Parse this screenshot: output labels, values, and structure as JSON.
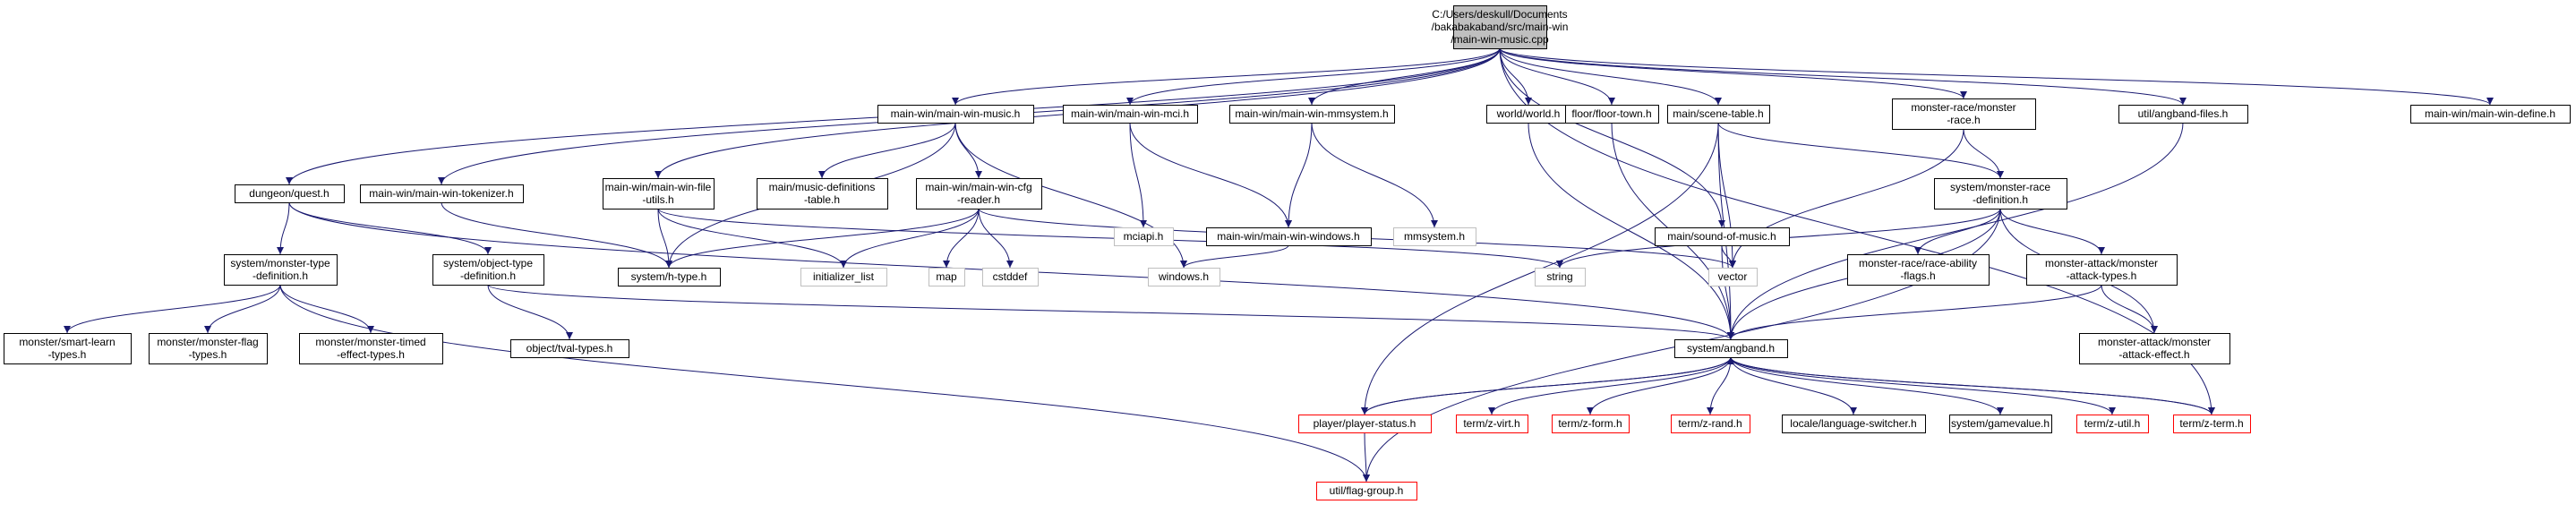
{
  "colors": {
    "root_fill": "#bfbfbf",
    "node_border": "#000000",
    "missing_border": "#bfbfbf",
    "truncated_border": "#ff0000",
    "edge": "#191970",
    "missing_text": "#404040"
  },
  "nodes": [
    {
      "id": "root",
      "lines": [
        "C:/Users/deskull/Documents",
        "/bakabakaband/src/main-win",
        "/main-win-music.cpp"
      ],
      "style": "root"
    },
    {
      "id": "quest",
      "lines": [
        "dungeon/quest.h"
      ],
      "style": "normal"
    },
    {
      "id": "tokenizer",
      "lines": [
        "main-win/main-win-tokenizer.h"
      ],
      "style": "normal"
    },
    {
      "id": "fileutils",
      "lines": [
        "main-win/main-win-file",
        "-utils.h"
      ],
      "style": "normal"
    },
    {
      "id": "music",
      "lines": [
        "main-win/main-win-music.h"
      ],
      "style": "normal"
    },
    {
      "id": "mci",
      "lines": [
        "main-win/main-win-mci.h"
      ],
      "style": "normal"
    },
    {
      "id": "mmsystem",
      "lines": [
        "main-win/main-win-mmsystem.h"
      ],
      "style": "normal"
    },
    {
      "id": "world",
      "lines": [
        "world/world.h"
      ],
      "style": "normal"
    },
    {
      "id": "floortown",
      "lines": [
        "floor/floor-town.h"
      ],
      "style": "normal"
    },
    {
      "id": "scenetable",
      "lines": [
        "main/scene-table.h"
      ],
      "style": "normal"
    },
    {
      "id": "monrace",
      "lines": [
        "monster-race/monster",
        "-race.h"
      ],
      "style": "normal"
    },
    {
      "id": "angfiles",
      "lines": [
        "util/angband-files.h"
      ],
      "style": "normal"
    },
    {
      "id": "windefine",
      "lines": [
        "main-win/main-win-define.h"
      ],
      "style": "normal"
    },
    {
      "id": "musicdef",
      "lines": [
        "main/music-definitions",
        "-table.h"
      ],
      "style": "normal"
    },
    {
      "id": "cfgreader",
      "lines": [
        "main-win/main-win-cfg",
        "-reader.h"
      ],
      "style": "normal"
    },
    {
      "id": "mciapi",
      "lines": [
        "mciapi.h"
      ],
      "style": "missing"
    },
    {
      "id": "winwindows",
      "lines": [
        "main-win/main-win-windows.h"
      ],
      "style": "normal"
    },
    {
      "id": "mmsystemh",
      "lines": [
        "mmsystem.h"
      ],
      "style": "missing"
    },
    {
      "id": "soundmusic",
      "lines": [
        "main/sound-of-music.h"
      ],
      "style": "normal"
    },
    {
      "id": "monracedef",
      "lines": [
        "system/monster-race",
        "-definition.h"
      ],
      "style": "normal"
    },
    {
      "id": "montypedef",
      "lines": [
        "system/monster-type",
        "-definition.h"
      ],
      "style": "normal"
    },
    {
      "id": "objtypedef",
      "lines": [
        "system/object-type",
        "-definition.h"
      ],
      "style": "normal"
    },
    {
      "id": "htype",
      "lines": [
        "system/h-type.h"
      ],
      "style": "normal"
    },
    {
      "id": "initlist",
      "lines": [
        "initializer_list"
      ],
      "style": "missing"
    },
    {
      "id": "map",
      "lines": [
        "map"
      ],
      "style": "missing"
    },
    {
      "id": "cstddef",
      "lines": [
        "cstddef"
      ],
      "style": "missing"
    },
    {
      "id": "windowsh",
      "lines": [
        "windows.h"
      ],
      "style": "missing"
    },
    {
      "id": "string",
      "lines": [
        "string"
      ],
      "style": "missing"
    },
    {
      "id": "vector",
      "lines": [
        "vector"
      ],
      "style": "missing"
    },
    {
      "id": "raceability",
      "lines": [
        "monster-race/race-ability",
        "-flags.h"
      ],
      "style": "normal"
    },
    {
      "id": "attacktypes",
      "lines": [
        "monster-attack/monster",
        "-attack-types.h"
      ],
      "style": "normal"
    },
    {
      "id": "smartlearn",
      "lines": [
        "monster/smart-learn",
        "-types.h"
      ],
      "style": "normal"
    },
    {
      "id": "monflag",
      "lines": [
        "monster/monster-flag",
        "-types.h"
      ],
      "style": "normal"
    },
    {
      "id": "montimed",
      "lines": [
        "monster/monster-timed",
        "-effect-types.h"
      ],
      "style": "normal"
    },
    {
      "id": "tvaltypes",
      "lines": [
        "object/tval-types.h"
      ],
      "style": "normal"
    },
    {
      "id": "angbandh",
      "lines": [
        "system/angband.h"
      ],
      "style": "normal"
    },
    {
      "id": "attackeffect",
      "lines": [
        "monster-attack/monster",
        "-attack-effect.h"
      ],
      "style": "normal"
    },
    {
      "id": "playerstatus",
      "lines": [
        "player/player-status.h"
      ],
      "style": "truncated"
    },
    {
      "id": "zvirt",
      "lines": [
        "term/z-virt.h"
      ],
      "style": "truncated"
    },
    {
      "id": "zform",
      "lines": [
        "term/z-form.h"
      ],
      "style": "truncated"
    },
    {
      "id": "zrand",
      "lines": [
        "term/z-rand.h"
      ],
      "style": "truncated"
    },
    {
      "id": "langswitch",
      "lines": [
        "locale/language-switcher.h"
      ],
      "style": "normal"
    },
    {
      "id": "gamevalue",
      "lines": [
        "system/gamevalue.h"
      ],
      "style": "normal"
    },
    {
      "id": "zutil",
      "lines": [
        "term/z-util.h"
      ],
      "style": "truncated"
    },
    {
      "id": "zterm",
      "lines": [
        "term/z-term.h"
      ],
      "style": "truncated"
    },
    {
      "id": "flaggroup",
      "lines": [
        "util/flag-group.h"
      ],
      "style": "truncated"
    }
  ],
  "edges": [
    [
      "root",
      "quest"
    ],
    [
      "root",
      "tokenizer"
    ],
    [
      "root",
      "fileutils"
    ],
    [
      "root",
      "music"
    ],
    [
      "root",
      "mci"
    ],
    [
      "root",
      "mmsystem"
    ],
    [
      "root",
      "world"
    ],
    [
      "root",
      "floortown"
    ],
    [
      "root",
      "scenetable"
    ],
    [
      "root",
      "monrace"
    ],
    [
      "root",
      "angfiles"
    ],
    [
      "root",
      "windefine"
    ],
    [
      "root",
      "soundmusic"
    ],
    [
      "root",
      "zterm"
    ],
    [
      "quest",
      "montypedef"
    ],
    [
      "quest",
      "objtypedef"
    ],
    [
      "quest",
      "angbandh"
    ],
    [
      "tokenizer",
      "htype"
    ],
    [
      "fileutils",
      "htype"
    ],
    [
      "fileutils",
      "initlist"
    ],
    [
      "fileutils",
      "string"
    ],
    [
      "music",
      "htype"
    ],
    [
      "music",
      "musicdef"
    ],
    [
      "music",
      "cfgreader"
    ],
    [
      "music",
      "windowsh"
    ],
    [
      "mci",
      "mciapi"
    ],
    [
      "mci",
      "winwindows"
    ],
    [
      "mmsystem",
      "winwindows"
    ],
    [
      "mmsystem",
      "mmsystemh"
    ],
    [
      "winwindows",
      "windowsh"
    ],
    [
      "cfgreader",
      "htype"
    ],
    [
      "cfgreader",
      "initlist"
    ],
    [
      "cfgreader",
      "map"
    ],
    [
      "cfgreader",
      "cstddef"
    ],
    [
      "cfgreader",
      "vector"
    ],
    [
      "world",
      "angbandh"
    ],
    [
      "floortown",
      "angbandh"
    ],
    [
      "scenetable",
      "monracedef"
    ],
    [
      "scenetable",
      "vector"
    ],
    [
      "scenetable",
      "angbandh"
    ],
    [
      "scenetable",
      "playerstatus"
    ],
    [
      "monrace",
      "monracedef"
    ],
    [
      "monrace",
      "vector"
    ],
    [
      "angfiles",
      "angbandh"
    ],
    [
      "soundmusic",
      "vector"
    ],
    [
      "soundmusic",
      "angbandh"
    ],
    [
      "monracedef",
      "string"
    ],
    [
      "monracedef",
      "raceability"
    ],
    [
      "monracedef",
      "attacktypes"
    ],
    [
      "monracedef",
      "attackeffect"
    ],
    [
      "monracedef",
      "angbandh"
    ],
    [
      "monracedef",
      "flaggroup"
    ],
    [
      "attacktypes",
      "angbandh"
    ],
    [
      "attacktypes",
      "attackeffect"
    ],
    [
      "montypedef",
      "smartlearn"
    ],
    [
      "montypedef",
      "monflag"
    ],
    [
      "montypedef",
      "montimed"
    ],
    [
      "montypedef",
      "flaggroup"
    ],
    [
      "objtypedef",
      "tvaltypes"
    ],
    [
      "objtypedef",
      "angbandh"
    ],
    [
      "angbandh",
      "playerstatus"
    ],
    [
      "angbandh",
      "zvirt"
    ],
    [
      "angbandh",
      "zform"
    ],
    [
      "angbandh",
      "zrand"
    ],
    [
      "angbandh",
      "langswitch"
    ],
    [
      "angbandh",
      "gamevalue"
    ],
    [
      "angbandh",
      "zutil"
    ],
    [
      "angbandh",
      "zterm"
    ],
    [
      "playerstatus",
      "angbandh"
    ],
    [
      "playerstatus",
      "flaggroup"
    ],
    [
      "zterm",
      "angbandh"
    ]
  ]
}
